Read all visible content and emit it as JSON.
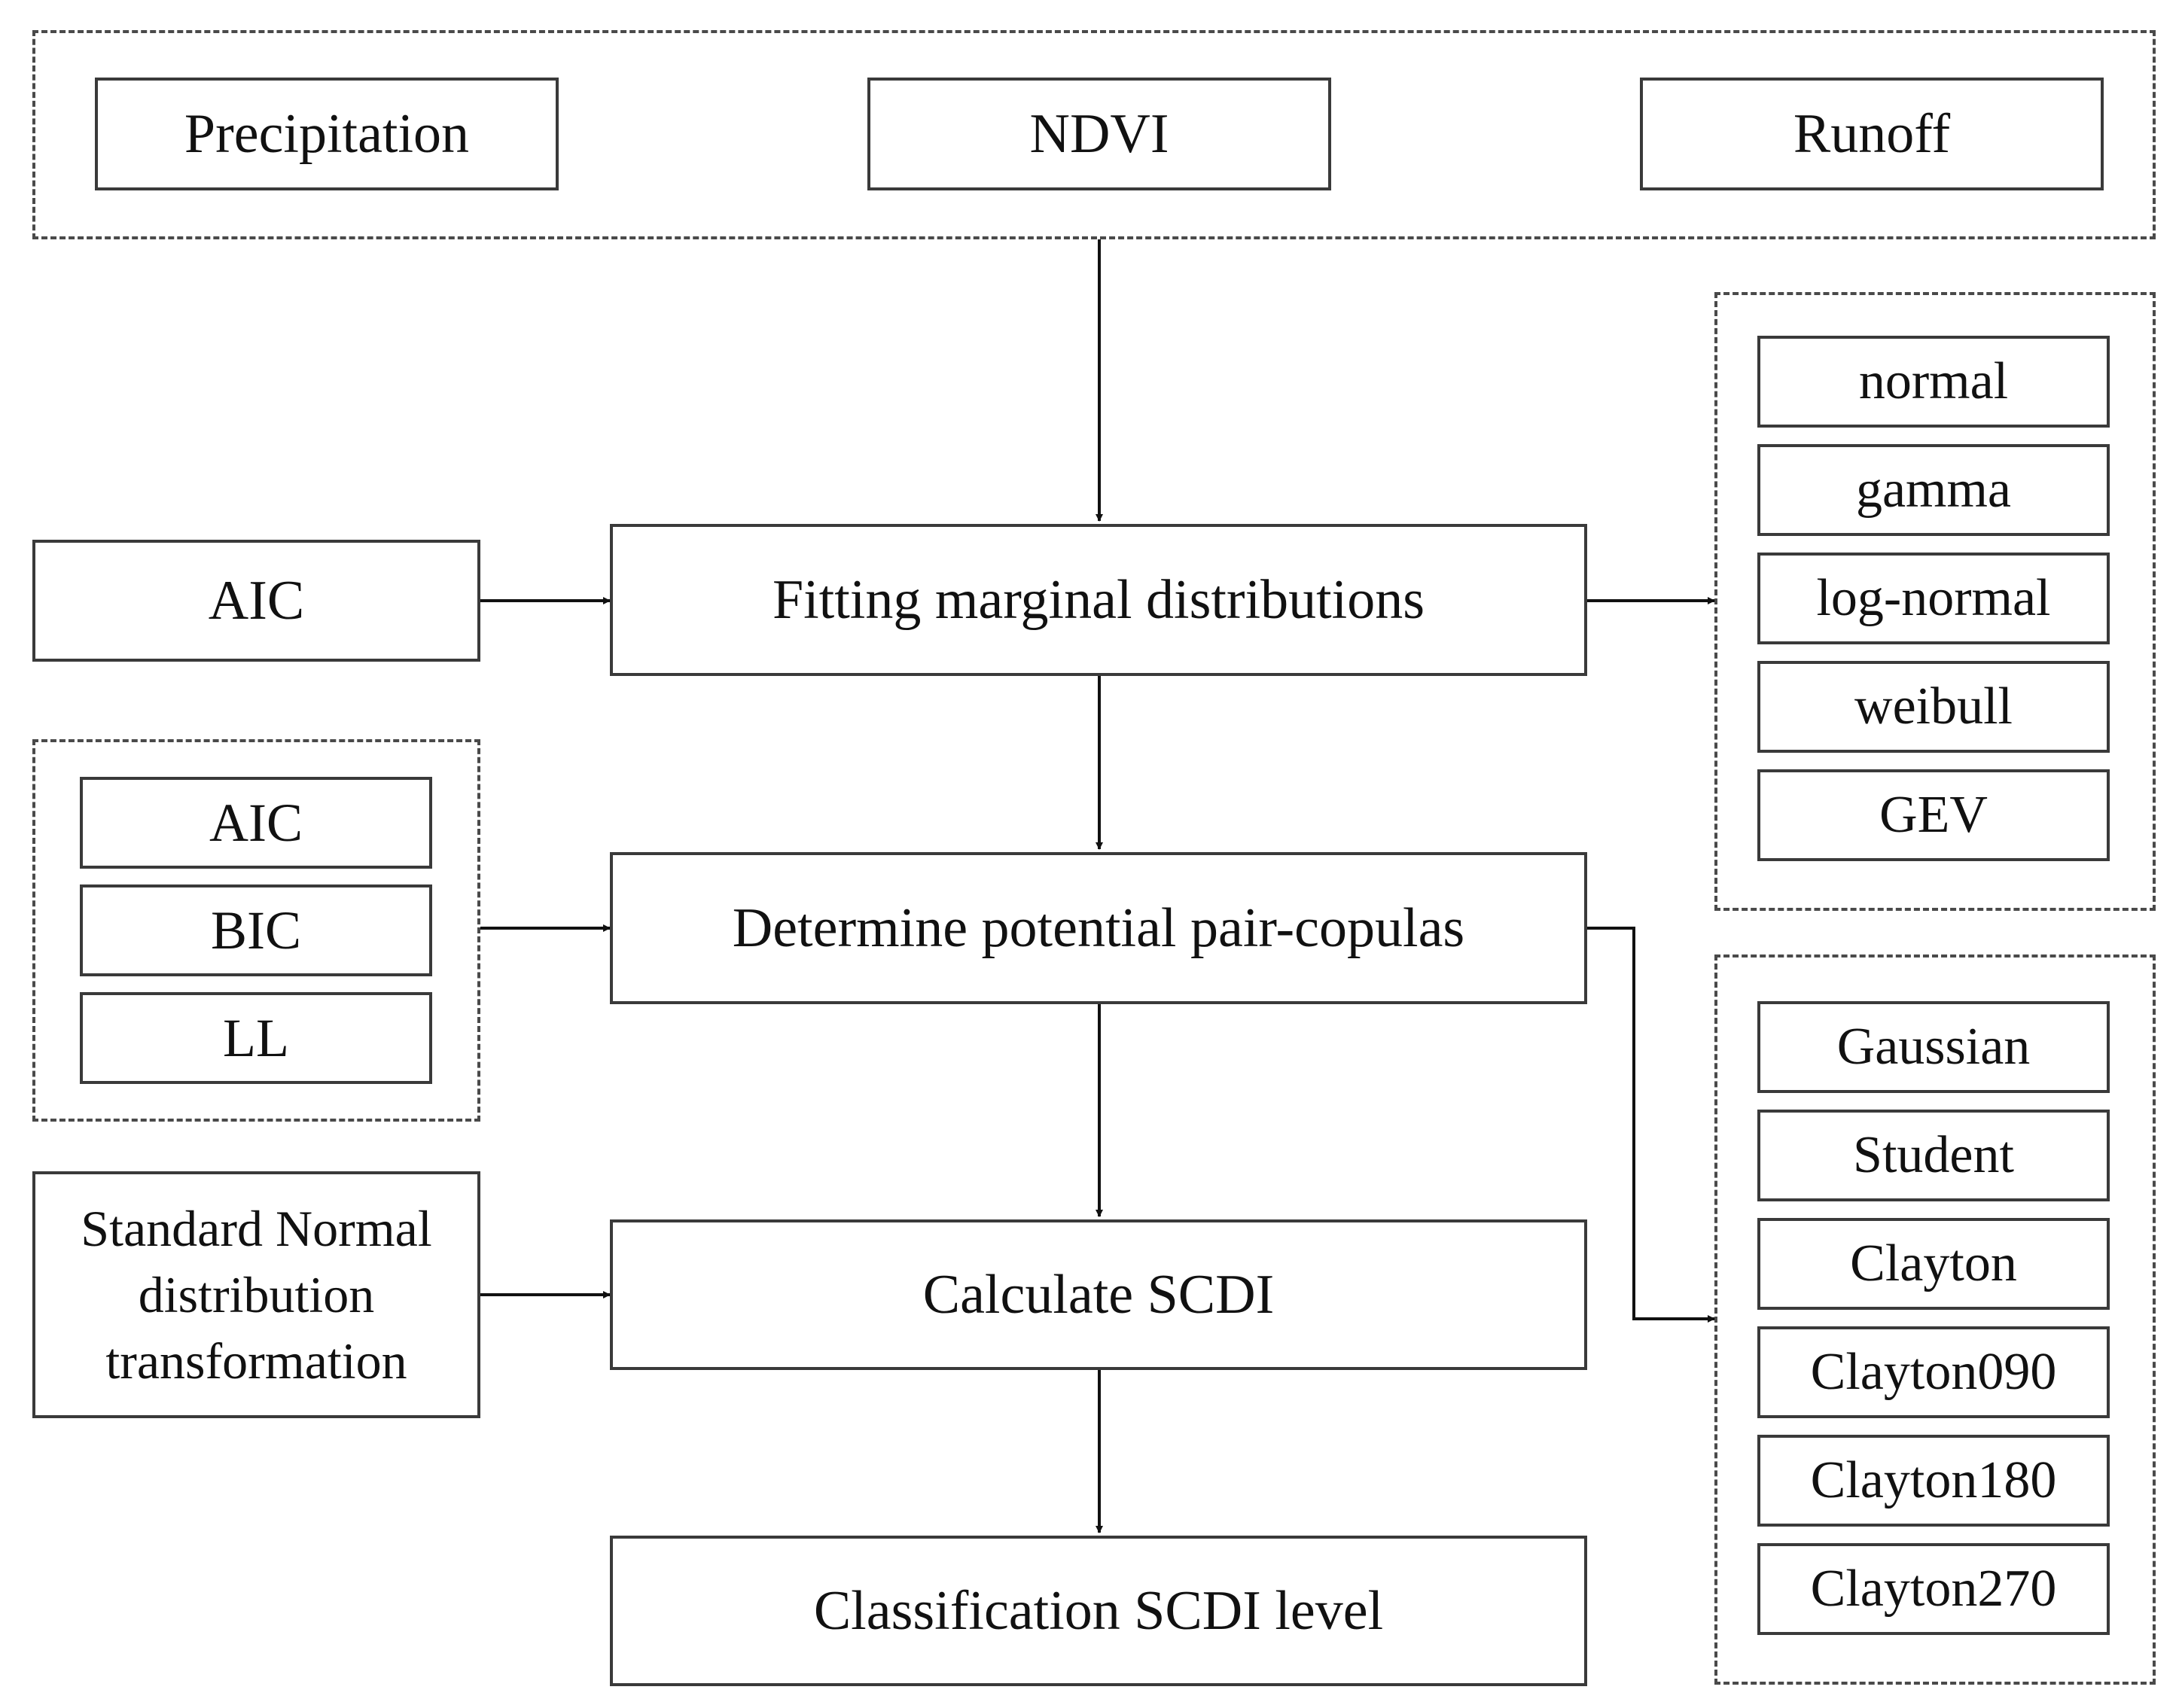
{
  "inputs": {
    "precipitation": "Precipitation",
    "ndvi": "NDVI",
    "runoff": "Runoff"
  },
  "steps": {
    "fit": "Fitting marginal distributions",
    "copula": "Determine potential pair-copulas",
    "calc": "Calculate SCDI",
    "classify": "Classification SCDI level"
  },
  "criteria": {
    "marginal": "AIC",
    "copula": [
      "AIC",
      "BIC",
      "LL"
    ]
  },
  "transform": [
    "Standard Normal",
    "distribution",
    "transformation"
  ],
  "distributions": [
    "normal",
    "gamma",
    "log-normal",
    "weibull",
    "GEV"
  ],
  "copulas": [
    "Gaussian",
    "Student",
    "Clayton",
    "Clayton090",
    "Clayton180",
    "Clayton270"
  ]
}
